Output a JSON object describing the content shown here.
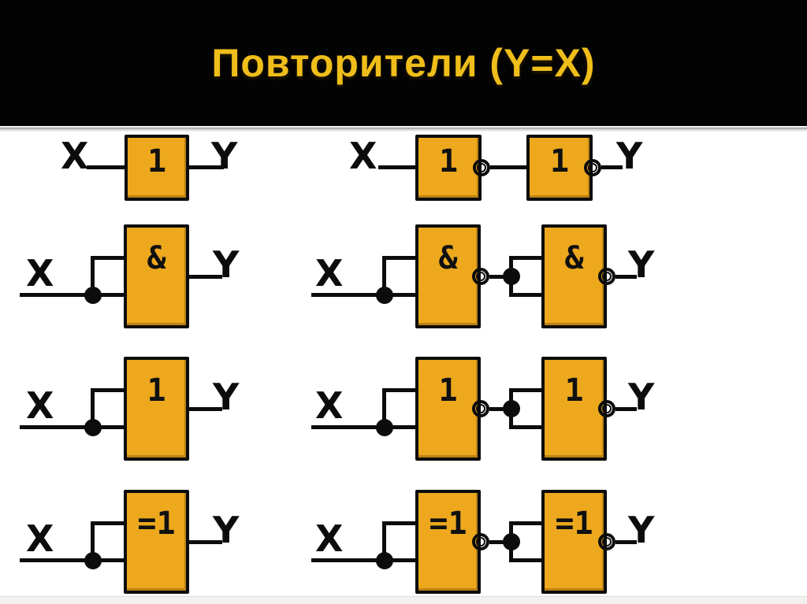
{
  "slide": {
    "title": "Повторители (Y=X)"
  },
  "colors": {
    "header_bg": "#030303",
    "title_text": "#EFBE1A",
    "gate_fill": "#EDA81E",
    "line": "#0c0c0c",
    "content_bg": "#ffffff"
  },
  "diagrams": {
    "r1_left": {
      "input_label": "X",
      "output_label": "Y",
      "gate1_label": "1"
    },
    "r1_right": {
      "input_label": "X",
      "output_label": "Y",
      "gate1_label": "1",
      "gate2_label": "1"
    },
    "r2_left": {
      "input_label": "X",
      "output_label": "Y",
      "gate1_label": "&"
    },
    "r2_right": {
      "input_label": "X",
      "output_label": "Y",
      "gate1_label": "&",
      "gate2_label": "&"
    },
    "r3_left": {
      "input_label": "X",
      "output_label": "Y",
      "gate1_label": "1"
    },
    "r3_right": {
      "input_label": "X",
      "output_label": "Y",
      "gate1_label": "1",
      "gate2_label": "1"
    },
    "r4_left": {
      "input_label": "X",
      "output_label": "Y",
      "gate1_label": "=1"
    },
    "r4_right": {
      "input_label": "X",
      "output_label": "Y",
      "gate1_label": "=1",
      "gate2_label": "=1"
    }
  }
}
